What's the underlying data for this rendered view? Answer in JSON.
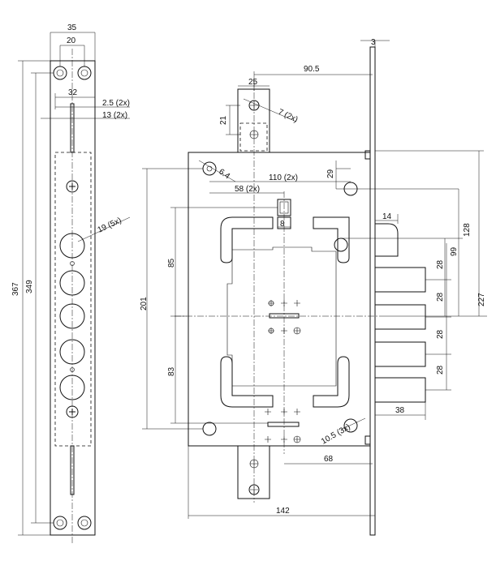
{
  "drawing": {
    "front_plate": {
      "width": "35",
      "screw_spacing": "20",
      "pin_offset": "32",
      "pin_diameter": "2.5 (2x)",
      "pin_spacing": "13 (2x)",
      "total_height": "367",
      "screw_height": "349",
      "hole_diameter": "19 (5x)"
    },
    "lock_body": {
      "plate_thickness": "3",
      "backset": "90.5",
      "keeper_width": "25",
      "keeper_height": "21",
      "keeper_hole": "7 (2x)",
      "mount_hole": "6.4",
      "hole_distance": "110 (2x)",
      "hole_offset": "29",
      "hole_offset_2": "58 (2x)",
      "spindle_square": "8",
      "upper_distance": "85",
      "lower_distance": "83",
      "height_201": "201",
      "latch_projection": "14",
      "dist_99": "99",
      "dist_128": "128",
      "dist_227": "227",
      "bolt_spacing_1": "28",
      "bolt_spacing_2": "28",
      "bolt_spacing_3": "28",
      "bolt_spacing_4": "28",
      "bolt_throw": "38",
      "lower_hole": "10.5 (3x)",
      "cylinder_distance": "68",
      "case_width": "142"
    }
  }
}
